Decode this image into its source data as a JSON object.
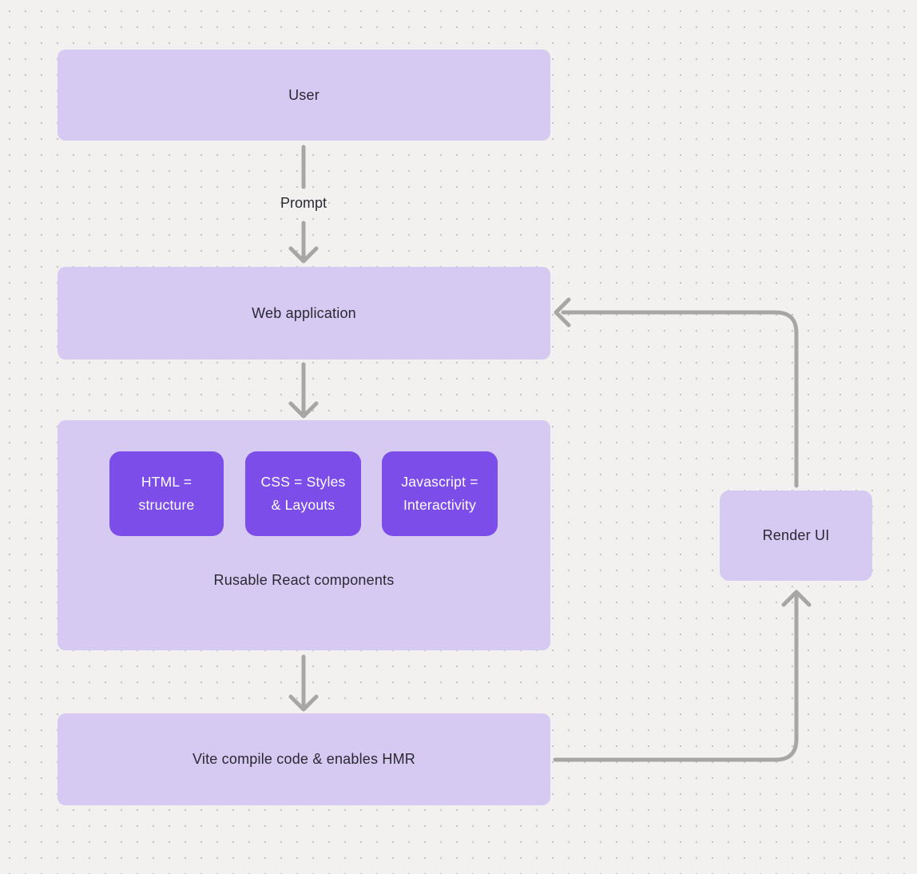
{
  "diagram": {
    "title_hint": "React + Vite web application flow",
    "colors": {
      "background": "#f2f1ef",
      "grid_dot": "#c7c5c3",
      "node_fill": "#d6c9f2",
      "chip_fill": "#7c4de9",
      "connector": "#a8a6a4",
      "text_dark": "#2a2933",
      "text_light": "#ffffff"
    },
    "nodes": {
      "user": {
        "label": "User"
      },
      "web_application": {
        "label": "Web application"
      },
      "components_group": {
        "caption": "Rusable React components"
      },
      "vite": {
        "label": "Vite compile code & enables HMR"
      },
      "render_ui": {
        "label": "Render UI"
      }
    },
    "chips": [
      {
        "line1": "HTML =",
        "line2": "structure"
      },
      {
        "line1": "CSS = Styles",
        "line2": "& Layouts"
      },
      {
        "line1": "Javascript =",
        "line2": "Interactivity"
      }
    ],
    "edge_labels": {
      "prompt": "Prompt"
    }
  }
}
